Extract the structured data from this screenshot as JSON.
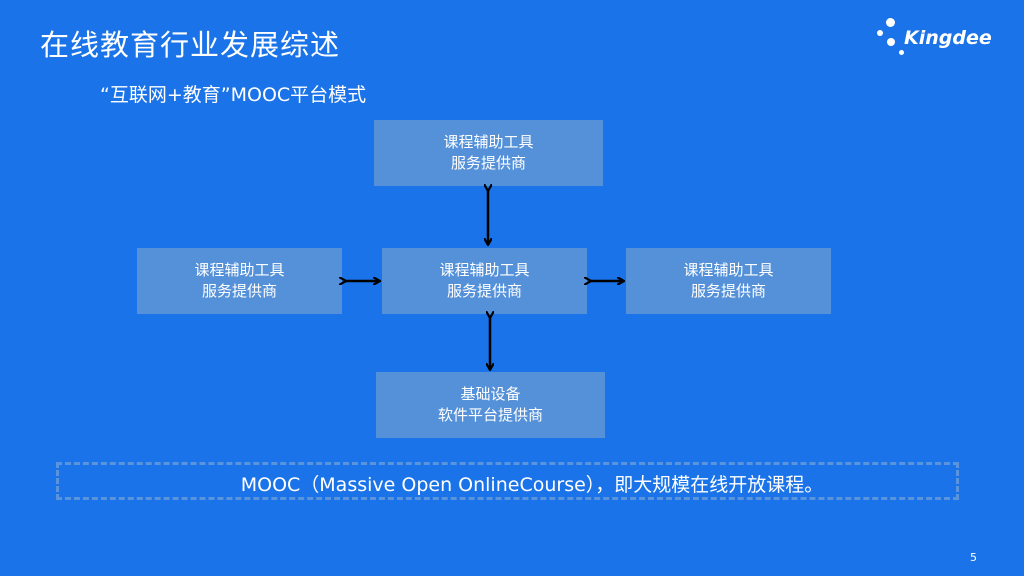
{
  "slide": {
    "title": "在线教育行业发展综述",
    "subtitle": "“互联网+教育”MOOC平台模式",
    "page_number": "5",
    "brand": "Kingdee"
  },
  "diagram": {
    "nodes": {
      "top": {
        "line1": "课程辅助工具",
        "line2": "服务提供商"
      },
      "left": {
        "line1": "课程辅助工具",
        "line2": "服务提供商"
      },
      "center": {
        "line1": "课程辅助工具",
        "line2": "服务提供商"
      },
      "right": {
        "line1": "课程辅助工具",
        "line2": "服务提供商"
      },
      "bottom": {
        "line1": "基础设备",
        "line2": "软件平台提供商"
      }
    },
    "edges": [
      {
        "from": "top",
        "to": "center",
        "type": "bidirectional"
      },
      {
        "from": "left",
        "to": "center",
        "type": "bidirectional"
      },
      {
        "from": "center",
        "to": "right",
        "type": "bidirectional"
      },
      {
        "from": "center",
        "to": "bottom",
        "type": "bidirectional"
      }
    ]
  },
  "note": {
    "text": "MOOC（Massive Open OnlineCourse），即大规模在线开放课程。"
  },
  "colors": {
    "background": "#1a73e8",
    "box": "#5591d9",
    "arrow": "#000000",
    "frame": "#5b94dc"
  }
}
